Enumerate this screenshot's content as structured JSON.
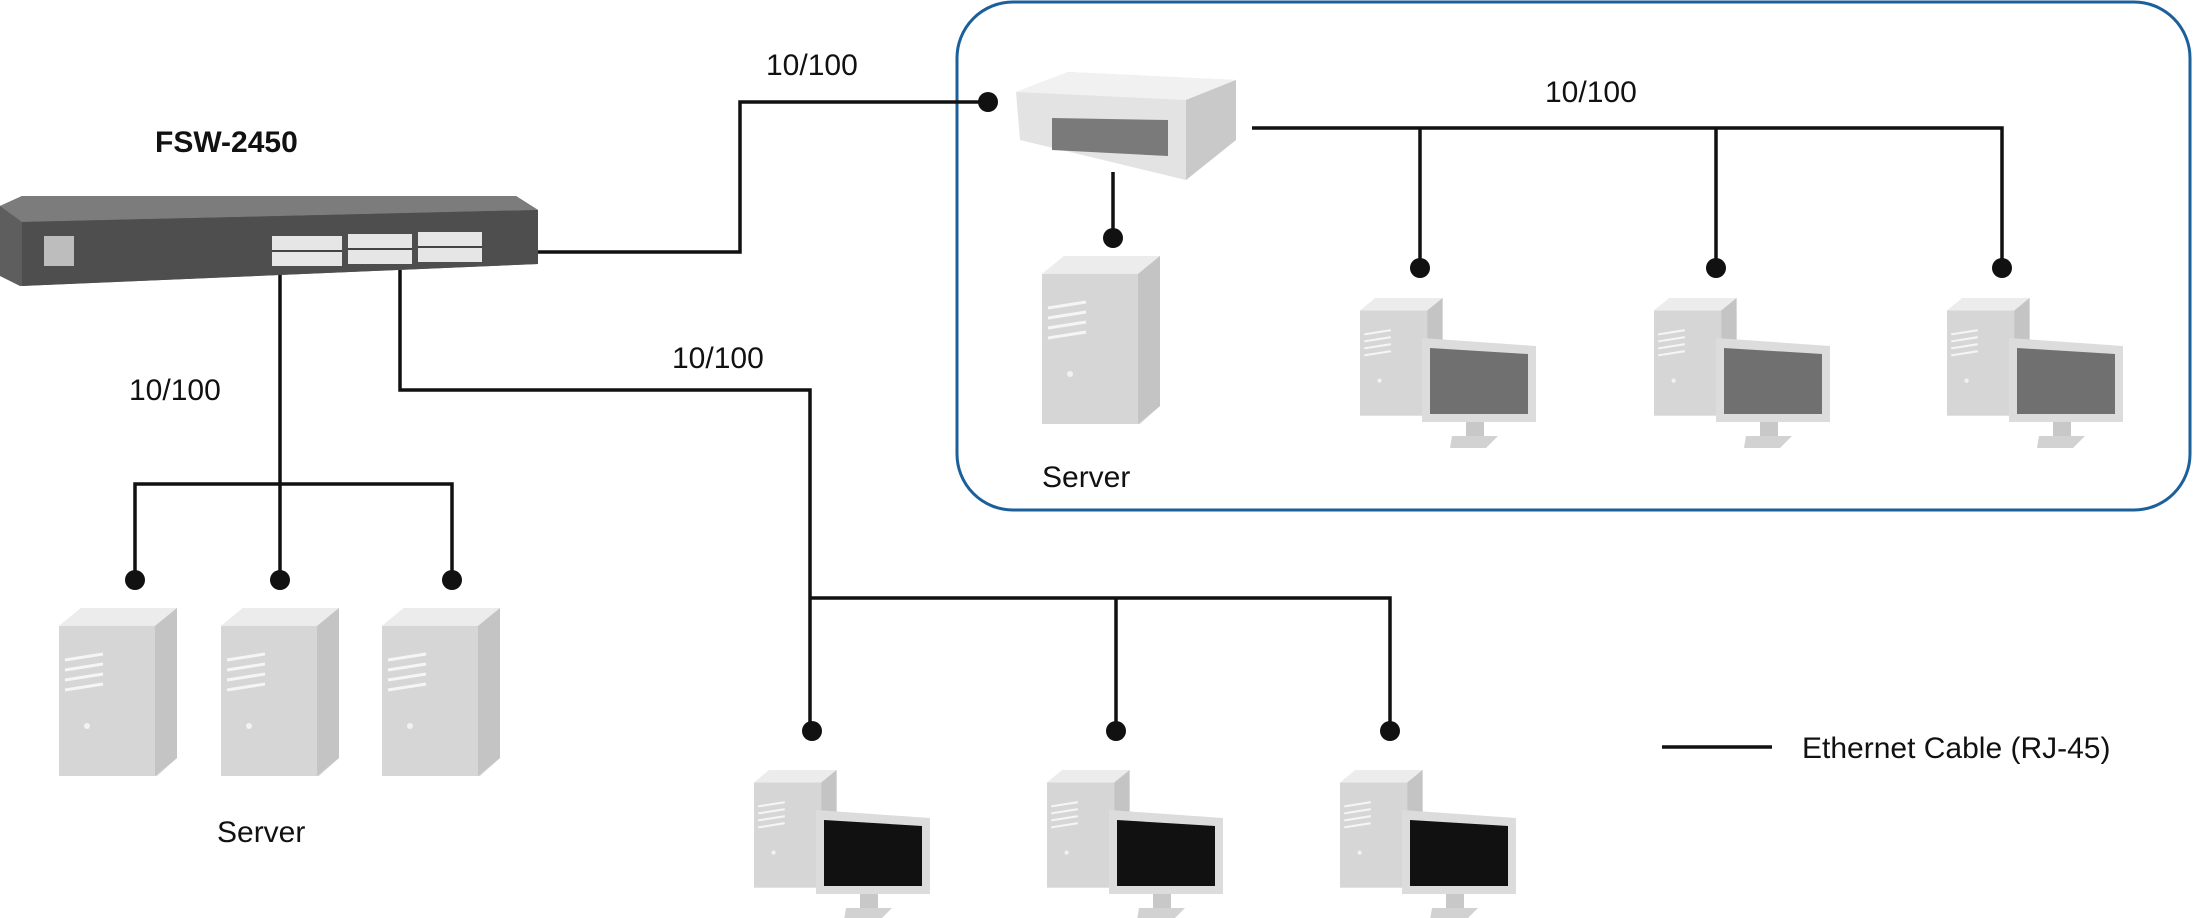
{
  "switch": {
    "model": "FSW-2450"
  },
  "links": {
    "uplink_top": "10/100",
    "uplink_middle": "10/100",
    "uplink_left": "10/100",
    "group_bus": "10/100"
  },
  "labels": {
    "server_left": "Server",
    "server_group": "Server"
  },
  "legend": {
    "ethernet_cable": "Ethernet Cable (RJ-45)"
  },
  "colors": {
    "cable": "#111111",
    "group_border": "#1b5f9b",
    "device_gray": "#cfcfcf",
    "screen_dark": "#111111",
    "screen_gray": "#707070"
  }
}
